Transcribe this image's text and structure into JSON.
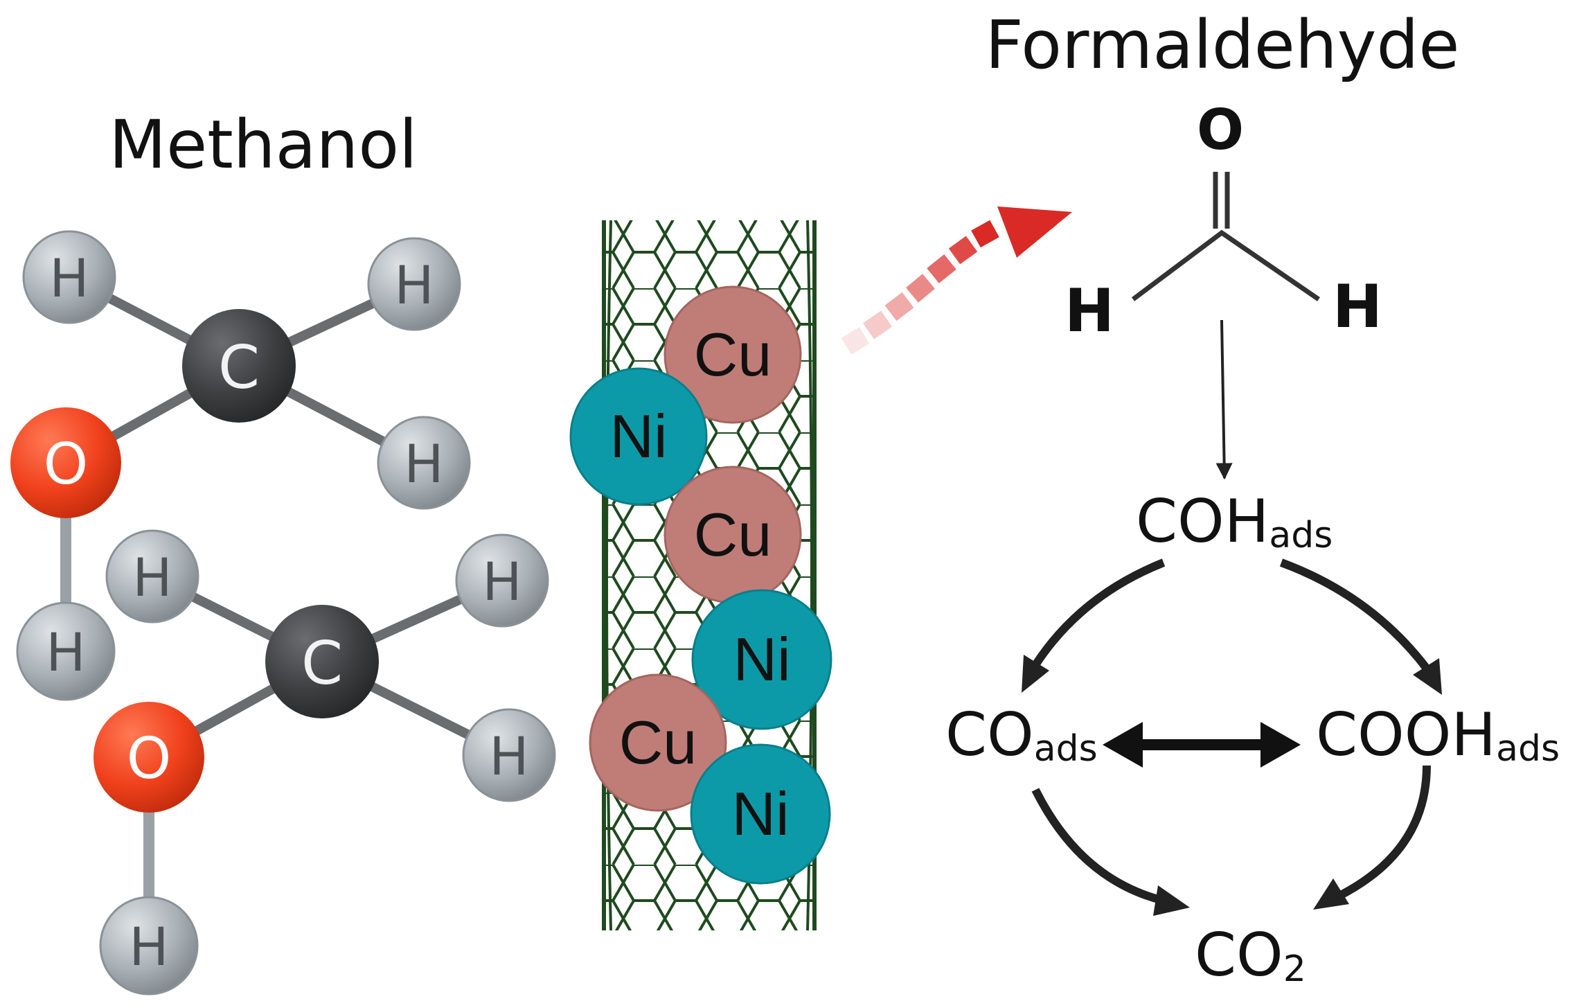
{
  "methanol": {
    "title": "Methanol",
    "atoms": {
      "hydrogen": "H",
      "carbon": "C",
      "oxygen": "O"
    }
  },
  "catalyst": {
    "copper": "Cu",
    "nickel": "Ni"
  },
  "formaldehyde": {
    "title": "Formaldehyde",
    "oxygen": "O",
    "hydrogen": "H"
  },
  "pathway": {
    "coh": {
      "main": "COH",
      "sub": "ads"
    },
    "co": {
      "main": "CO",
      "sub": "ads"
    },
    "cooh": {
      "main": "COOH",
      "sub": "ads"
    },
    "co2": {
      "main": "CO",
      "sub": "2"
    }
  },
  "colors": {
    "hydrogen": "#a9b0b6",
    "carbon": "#3d3f41",
    "oxygen": "#f0411c",
    "copper": "#c07d78",
    "nickel": "#0d9aa8",
    "nanotube": "#1f4a1f",
    "arrow_red": "#d92a26"
  }
}
